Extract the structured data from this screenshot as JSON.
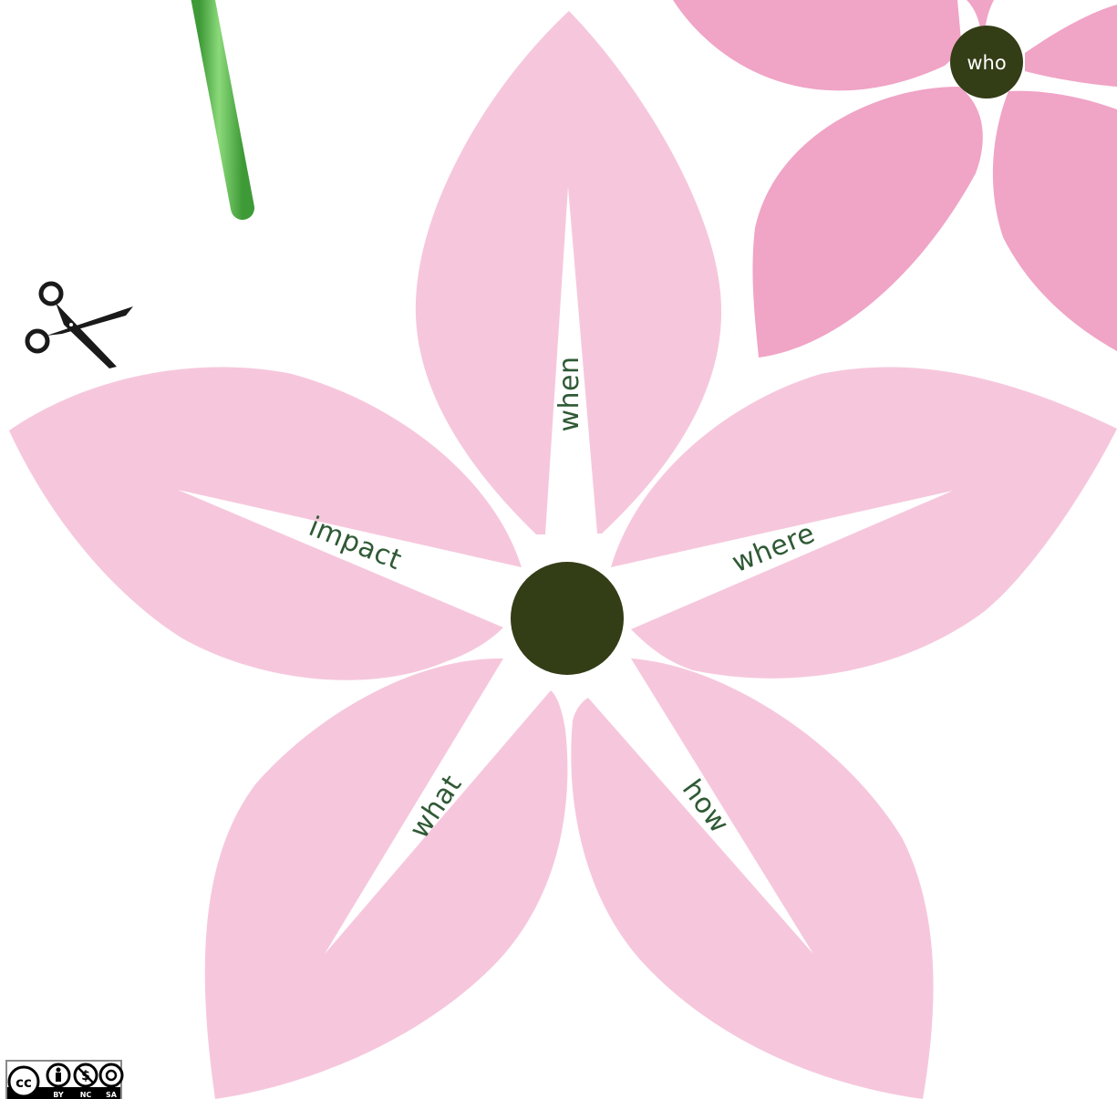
{
  "colors": {
    "petal_main": "#F6C7DC",
    "petal_second": "#F0A4C6",
    "flower_center": "#333D16",
    "label_text": "#2F5A35",
    "center_text": "#FFFFFF",
    "stem": "#5CB550",
    "scissors": "#1A1A1A"
  },
  "main_flower": {
    "petals": [
      {
        "label": "when"
      },
      {
        "label": "where"
      },
      {
        "label": "how"
      },
      {
        "label": "what"
      },
      {
        "label": "impact"
      }
    ]
  },
  "second_flower": {
    "center_label": "who"
  },
  "icons": {
    "scissors": "scissors-icon",
    "stem": "stem-icon",
    "license": "cc-license-icon"
  },
  "license": {
    "badge_labels": [
      "BY",
      "NC",
      "SA"
    ]
  }
}
